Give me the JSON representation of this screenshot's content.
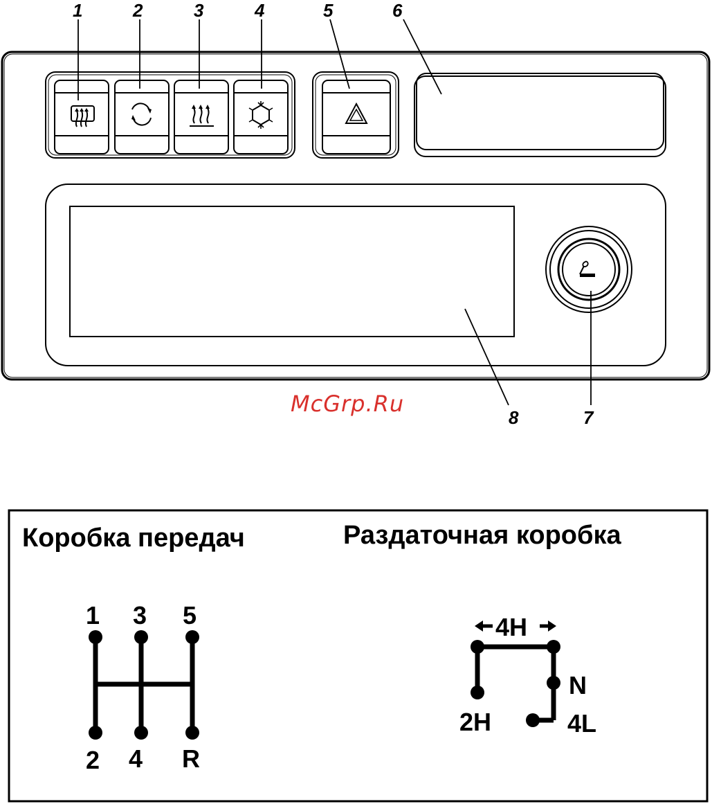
{
  "panel": {
    "callouts": [
      "1",
      "2",
      "3",
      "4",
      "5",
      "6",
      "7",
      "8"
    ],
    "buttons": [
      {
        "id": "1",
        "icon": "rear-defrost-icon"
      },
      {
        "id": "2",
        "icon": "recirculation-icon"
      },
      {
        "id": "3",
        "icon": "windshield-heat-icon"
      },
      {
        "id": "4",
        "icon": "air-conditioning-icon"
      },
      {
        "id": "5",
        "icon": "hazard-warning-icon"
      }
    ],
    "lighter_icon": "cigarette-lighter-icon"
  },
  "watermark": "McGrp.Ru",
  "shift_card": {
    "gearbox_title": "Коробка передач",
    "transfer_title": "Раздаточная  коробка",
    "gearbox_labels": {
      "top": [
        "1",
        "3",
        "5"
      ],
      "bottom": [
        "2",
        "4",
        "R"
      ]
    },
    "transfer_labels": {
      "4h": "4H",
      "n": "N",
      "2h": "2H",
      "4l": "4L"
    }
  }
}
